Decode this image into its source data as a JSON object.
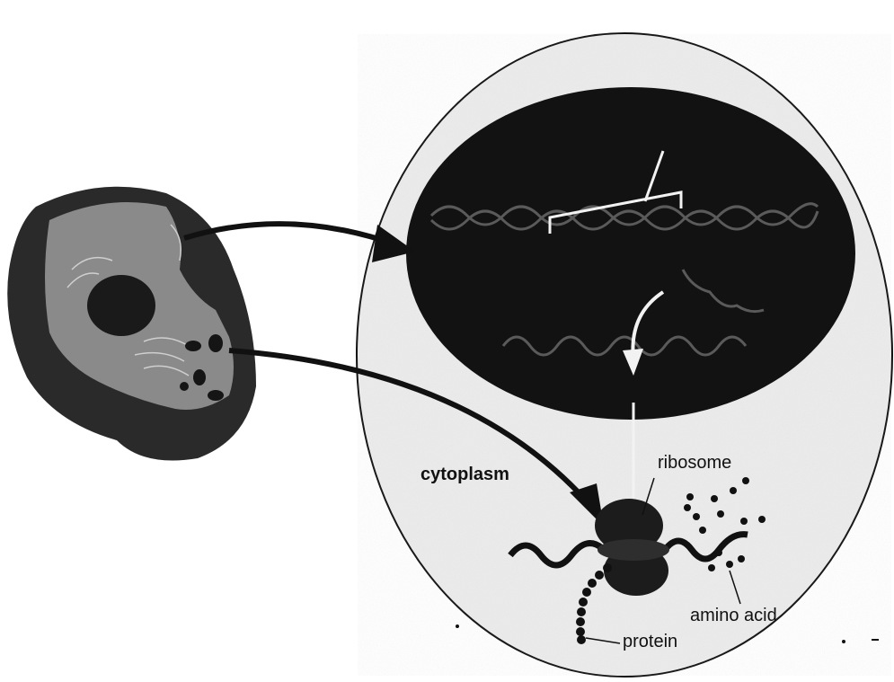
{
  "labels": {
    "cytoplasm": "cytoplasm",
    "ribosome": "ribosome",
    "amino_acid": "amino acid",
    "protein": "protein"
  },
  "colors": {
    "ink": "#111111",
    "nucleus": "#121212",
    "cell_fill": "#ececec",
    "cell_dark": "#2a2a2a",
    "white_line": "#f2f2f2"
  }
}
